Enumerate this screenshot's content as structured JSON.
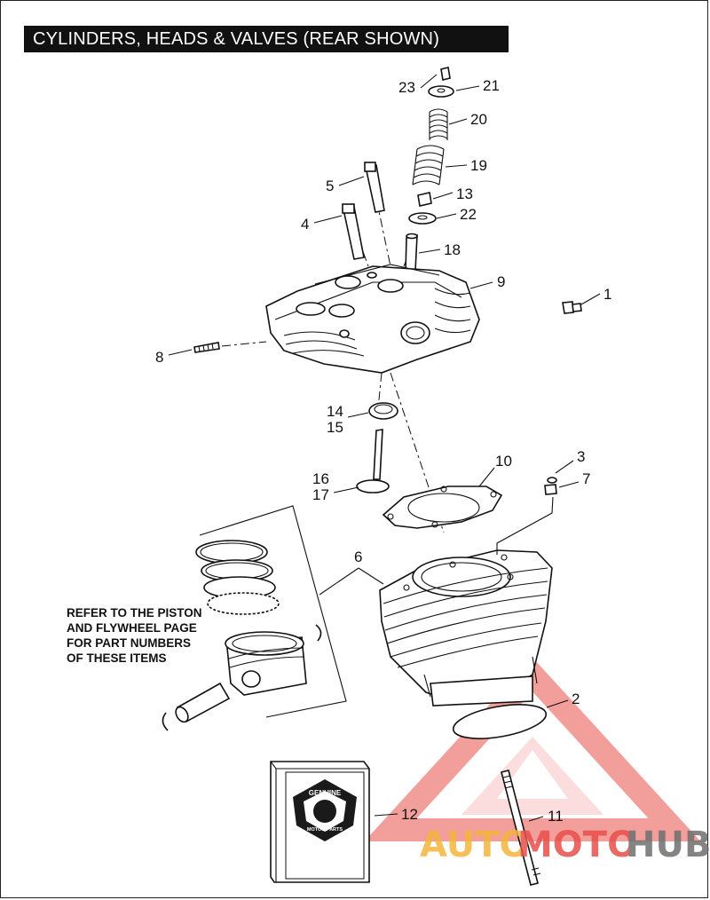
{
  "title": "CYLINDERS, HEADS & VALVES (REAR SHOWN)",
  "callouts": {
    "c1": "1",
    "c2": "2",
    "c3": "3",
    "c4": "4",
    "c5": "5",
    "c6": "6",
    "c7": "7",
    "c8": "8",
    "c9": "9",
    "c10": "10",
    "c11": "11",
    "c12": "12",
    "c13": "13",
    "c14": "14",
    "c15": "15",
    "c16": "16",
    "c17": "17",
    "c18": "18",
    "c19": "19",
    "c20": "20",
    "c21": "21",
    "c22": "22",
    "c23": "23"
  },
  "note": {
    "line1": "REFER TO THE PISTON",
    "line2": "AND FLYWHEEL PAGE",
    "line3": "FOR PART NUMBERS",
    "line4": "OF THESE ITEMS"
  },
  "badge": {
    "top": "GENUINE",
    "bottom": "MOTOR PARTS"
  },
  "watermark": {
    "part1": "AUTO",
    "part2": "MOTO",
    "part3": "HUB",
    "color_orange": "#f5b43c",
    "color_red": "#e8504a",
    "color_gray": "#6f6f6f"
  }
}
